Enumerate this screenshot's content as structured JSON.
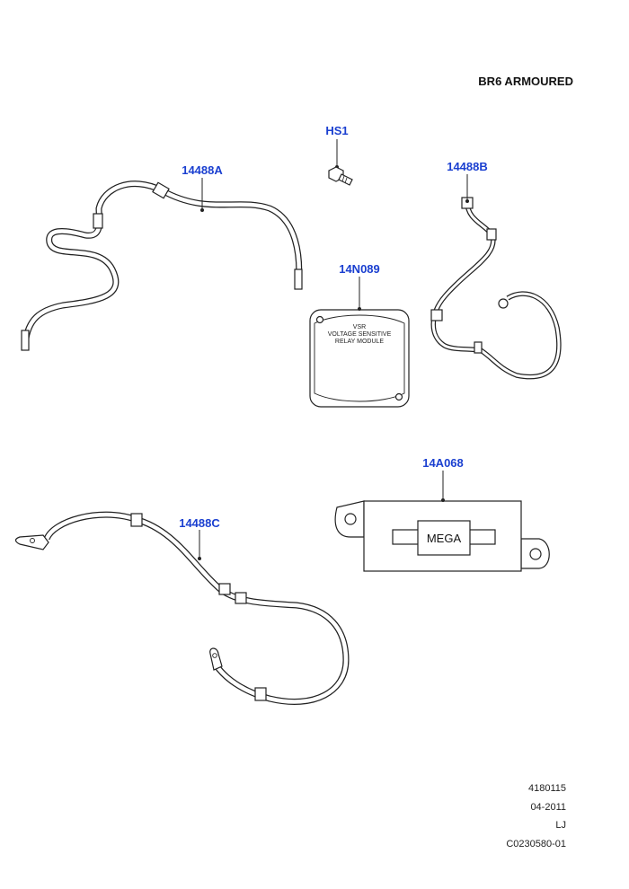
{
  "header": {
    "title": "BR6 ARMOURED"
  },
  "callouts": {
    "hs1": "HS1",
    "cable_a": "14488A",
    "cable_b": "14488B",
    "relay": "14N089",
    "cable_c": "14488C",
    "fuse": "14A068"
  },
  "relay_module": {
    "line1": "VSR",
    "line2": "VOLTAGE SENSITIVE",
    "line3": "RELAY MODULE"
  },
  "fuse_holder": {
    "label": "MEGA"
  },
  "footer": {
    "code": "4180115",
    "date": "04-2011",
    "initials": "LJ",
    "ref": "C0230580-01"
  },
  "colors": {
    "callout": "#1a3fd0",
    "line": "#222222"
  }
}
